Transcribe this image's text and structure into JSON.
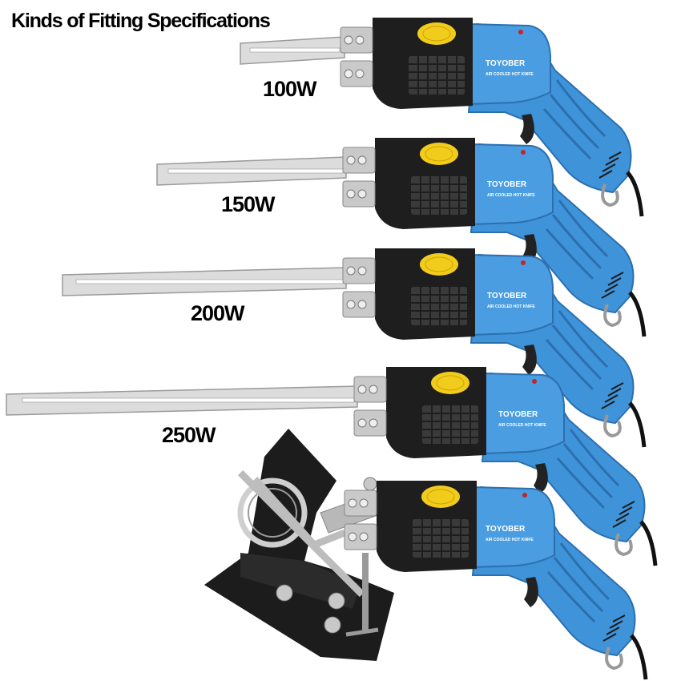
{
  "title": "Kinds of Fitting Specifications",
  "brand": "TOYOBER",
  "tagline": "AIR COOLED HOT KNIFE",
  "colors": {
    "body": "#3f93d8",
    "body_dark": "#2c6fb0",
    "head": "#1e1e1e",
    "label": "#f2cc1c",
    "blade": "#d9d9d9"
  },
  "knives": [
    {
      "watt": "100W"
    },
    {
      "watt": "150W"
    },
    {
      "watt": "200W"
    },
    {
      "watt": "250W"
    },
    {
      "watt": ""
    }
  ]
}
